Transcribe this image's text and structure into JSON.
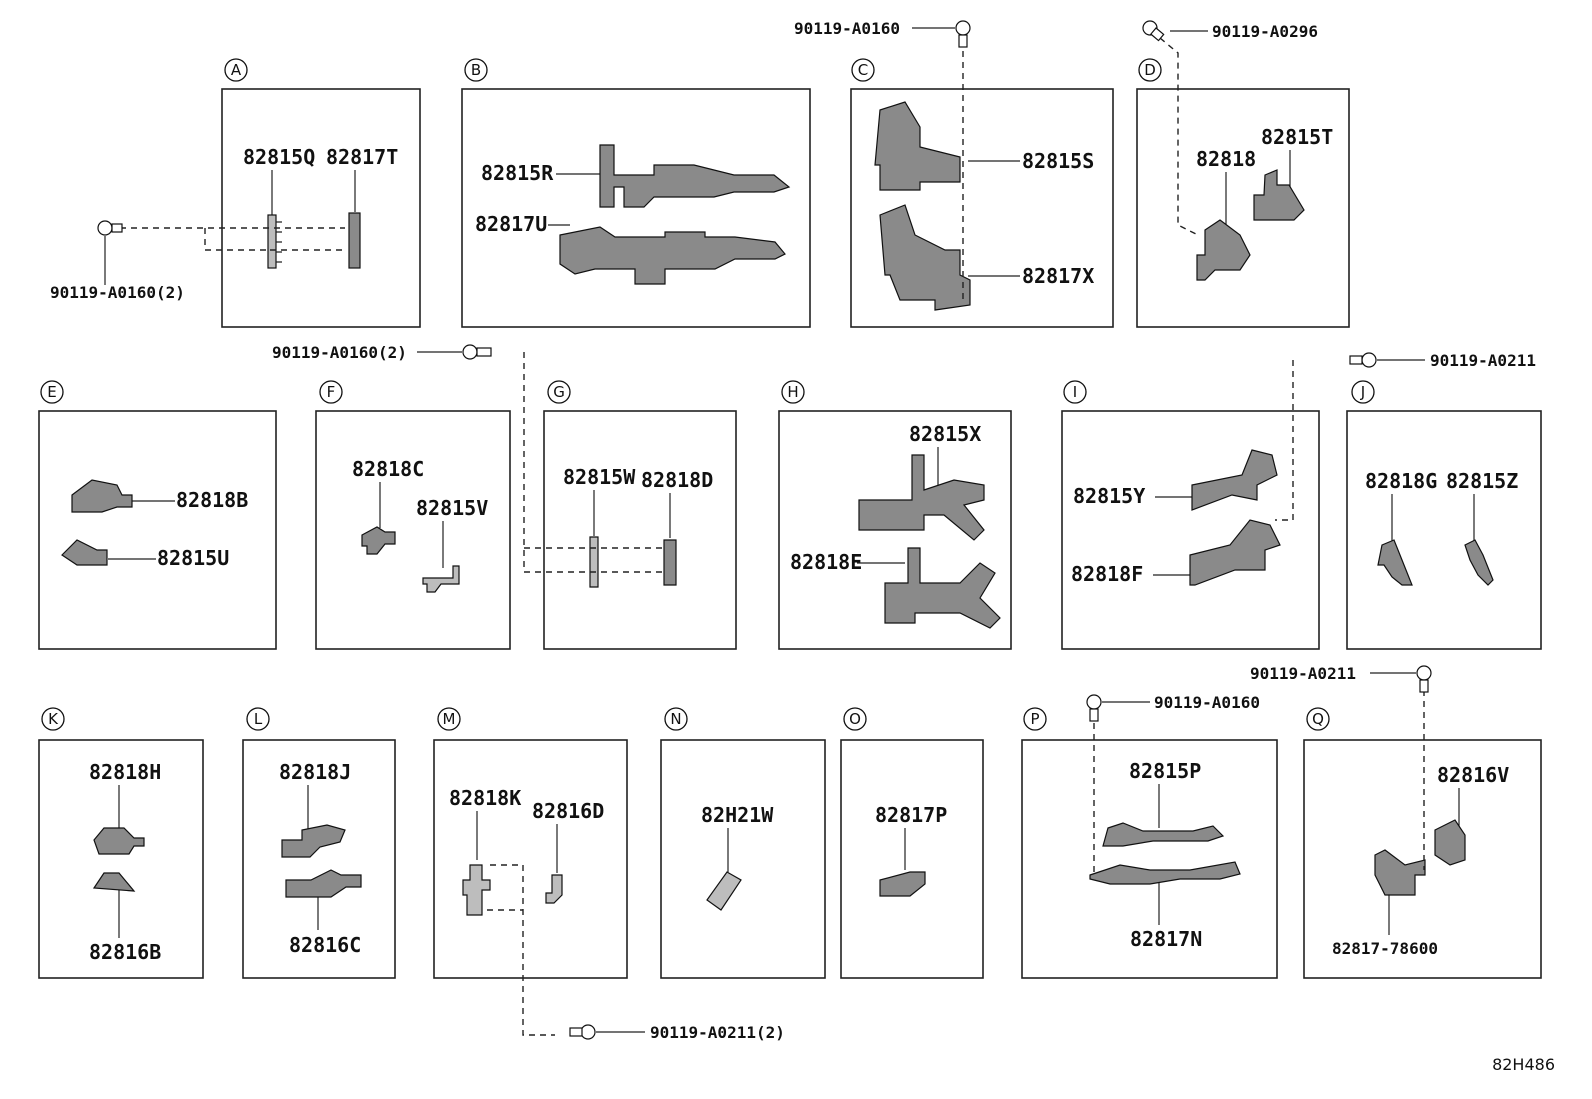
{
  "diagram_id": "82H486",
  "sections": [
    {
      "letter": "A",
      "parts": [
        "82815Q",
        "82817T"
      ]
    },
    {
      "letter": "B",
      "parts": [
        "82815R",
        "82817U"
      ]
    },
    {
      "letter": "C",
      "parts": [
        "82815S",
        "82817X"
      ]
    },
    {
      "letter": "D",
      "parts": [
        "82818",
        "82815T"
      ]
    },
    {
      "letter": "E",
      "parts": [
        "82818B",
        "82815U"
      ]
    },
    {
      "letter": "F",
      "parts": [
        "82818C",
        "82815V"
      ]
    },
    {
      "letter": "G",
      "parts": [
        "82815W",
        "82818D"
      ]
    },
    {
      "letter": "H",
      "parts": [
        "82815X",
        "82818E"
      ]
    },
    {
      "letter": "I",
      "parts": [
        "82815Y",
        "82818F"
      ]
    },
    {
      "letter": "J",
      "parts": [
        "82818G",
        "82815Z"
      ]
    },
    {
      "letter": "K",
      "parts": [
        "82818H",
        "82816B"
      ]
    },
    {
      "letter": "L",
      "parts": [
        "82818J",
        "82816C"
      ]
    },
    {
      "letter": "M",
      "parts": [
        "82818K",
        "82816D"
      ]
    },
    {
      "letter": "N",
      "parts": [
        "82H21W"
      ]
    },
    {
      "letter": "O",
      "parts": [
        "82817P"
      ]
    },
    {
      "letter": "P",
      "parts": [
        "82815P",
        "82817N"
      ]
    },
    {
      "letter": "Q",
      "parts": [
        "82816V",
        "82817-78600"
      ]
    }
  ],
  "bolts": [
    "90119-A0160(2)",
    "90119-A0160",
    "90119-A0296",
    "90119-A0160(2)",
    "90119-A0211",
    "90119-A0211",
    "90119-A0160",
    "90119-A0211(2)"
  ]
}
